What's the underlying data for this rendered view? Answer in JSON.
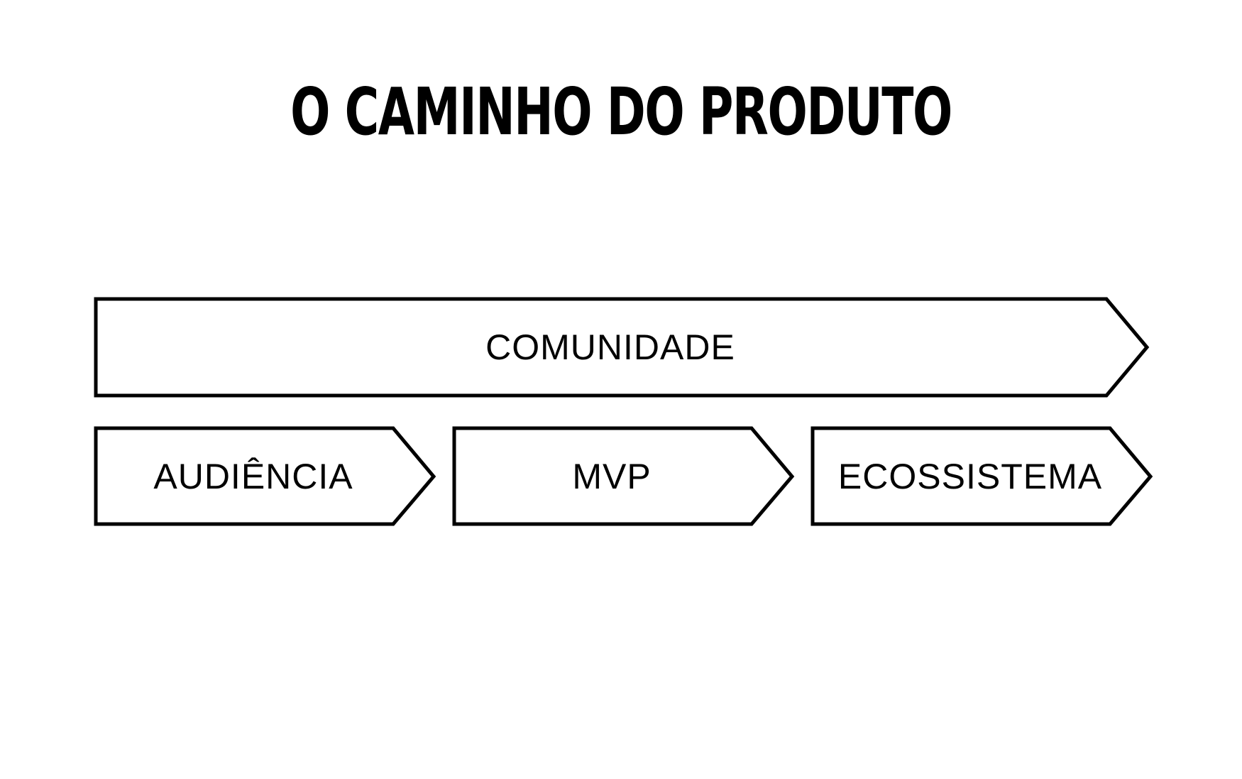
{
  "title": "O CAMINHO DO PRODUTO",
  "diagram": {
    "top_arrow": {
      "label": "COMUNIDADE"
    },
    "bottom_arrows": [
      {
        "label": "AUDIÊNCIA"
      },
      {
        "label": "MVP"
      },
      {
        "label": "ECOSSISTEMA"
      }
    ]
  },
  "colors": {
    "stroke": "#000000",
    "fill": "#ffffff",
    "text": "#000000"
  }
}
